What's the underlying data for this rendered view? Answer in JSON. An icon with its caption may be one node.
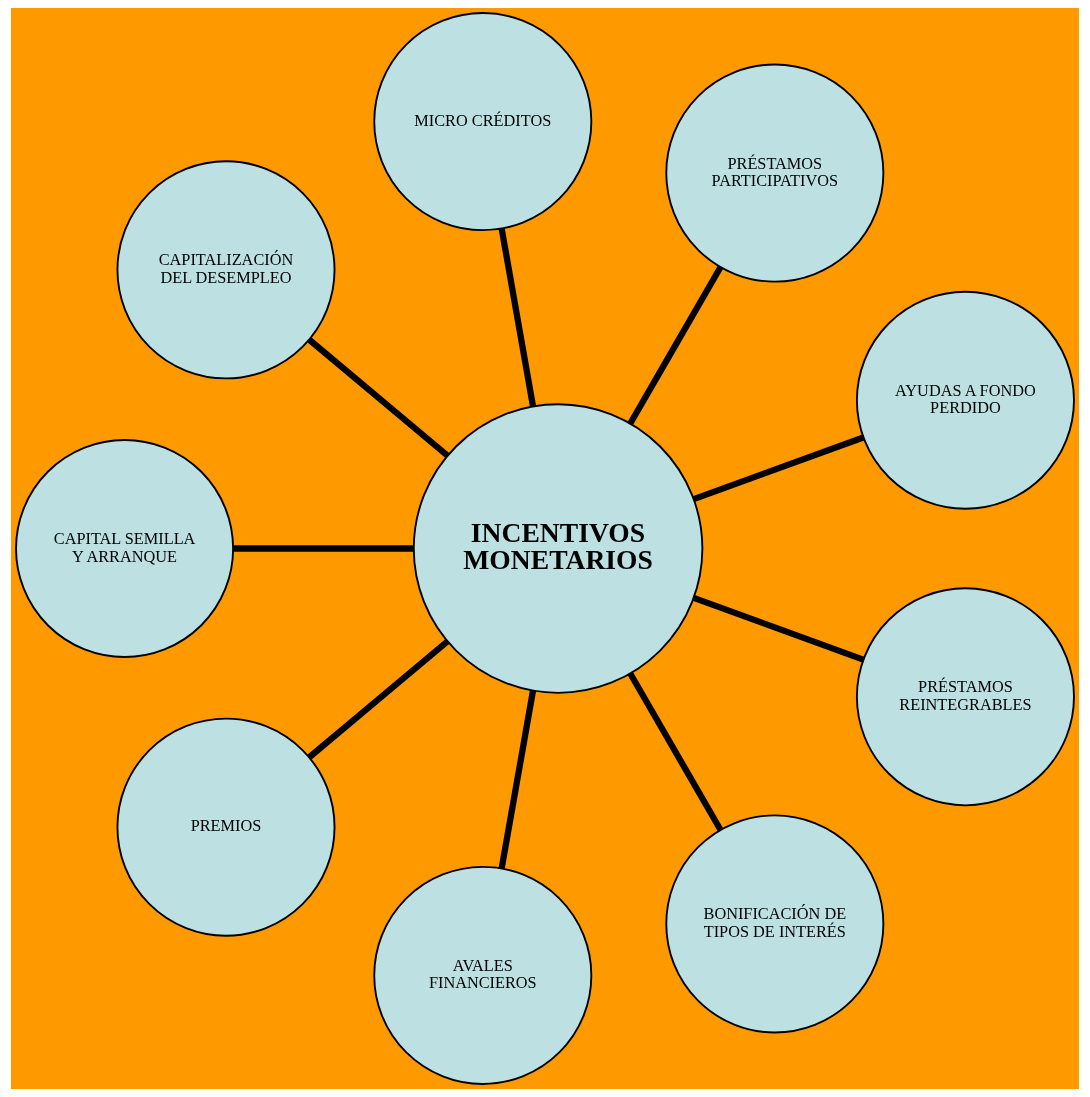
{
  "diagram": {
    "nodes": [
      {
        "text": [
          "AYUDAS A FONDO PERDIDO"
        ]
      },
      {
        "text": [
          "PRÉSTAMOS PARTICIPATIVOS"
        ]
      },
      {
        "text": [
          "MICRO CRÉDITOS"
        ]
      },
      {
        "text": [
          "CAPITALIZACIÓN DEL DESEMPLEO"
        ]
      },
      {
        "text": [
          "CAPITAL SEMILLA Y ARRANQUE"
        ]
      },
      {
        "text": [
          "INCENTIVOS MONETARIOS"
        ]
      },
      {
        "text": [
          "PREMIOS"
        ]
      },
      {
        "text": [
          "AVALES FINANCIEROS"
        ]
      },
      {
        "text": [
          "BONIFICACIÓN DE TIPOS DE INTERÉS"
        ]
      },
      {
        "text": [
          "PRÉSTAMOS REINTEGRABLES"
        ]
      }
    ],
    "edges": [
      {
        "from": 5,
        "to": 0,
        "arrow": "none"
      },
      {
        "from": 5,
        "to": 2,
        "arrow": "none"
      },
      {
        "from": 5,
        "to": 3,
        "arrow": "none"
      },
      {
        "from": 5,
        "to": 6,
        "arrow": "none"
      },
      {
        "from": 5,
        "to": 8,
        "arrow": "none"
      },
      {
        "from": 5,
        "to": 9,
        "arrow": "none"
      },
      {
        "from": 5,
        "to": 7,
        "arrow": "none"
      },
      {
        "from": 5,
        "to": 4,
        "arrow": "none"
      },
      {
        "from": 5,
        "to": 1,
        "arrow": "none"
      }
    ]
  }
}
